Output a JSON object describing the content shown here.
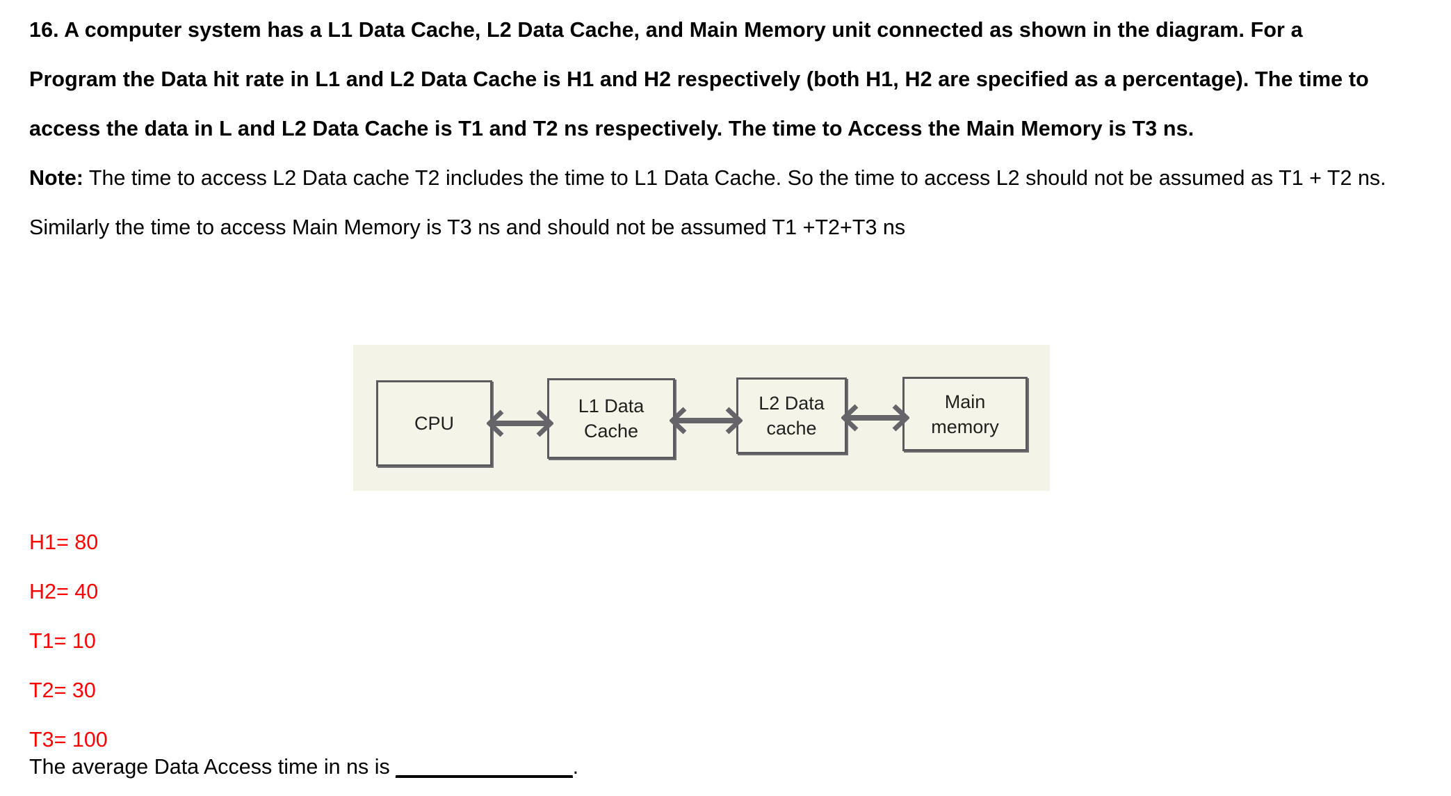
{
  "question": {
    "number": "16.",
    "statement": "16. A computer system has a L1 Data Cache, L2 Data Cache, and Main Memory unit connected as shown in the diagram. For a Program the Data hit rate in L1 and L2 Data Cache is H1 and H2 respectively (both H1, H2 are specified as a percentage). The time to access the data in L and L2 Data Cache is T1 and T2 ns respectively. The time to Access the Main Memory is T3 ns.",
    "note_label": "Note:",
    "note_text": " The time to access L2 Data cache T2 includes the time to L1 Data Cache. So the time to access L2 should not be assumed as T1 + T2 ns. Similarly the time to access Main Memory is T3 ns and should not be assumed T1 +T2+T3 ns"
  },
  "diagram": {
    "background_color": "#f3f3e7",
    "box_border_color": "#5a5a5f",
    "boxes": [
      {
        "id": "cpu",
        "label": "CPU"
      },
      {
        "id": "l1",
        "label_line1": "L1 Data",
        "label_line2": "Cache"
      },
      {
        "id": "l2",
        "label_line1": "L2 Data",
        "label_line2": "cache"
      },
      {
        "id": "mm",
        "label_line1": "Main",
        "label_line2": "memory"
      }
    ],
    "connectors": [
      {
        "id": "cpu-l1",
        "type": "double-headed-arrow"
      },
      {
        "id": "l1-l2",
        "type": "double-headed-arrow"
      },
      {
        "id": "l2-mm",
        "type": "double-headed-arrow"
      }
    ]
  },
  "parameters": {
    "color": "#ff0000",
    "items": [
      {
        "name": "H1",
        "text": "H1= 80",
        "value": "80"
      },
      {
        "name": "H2",
        "text": "H2= 40",
        "value": "40"
      },
      {
        "name": "T1",
        "text": "T1= 10",
        "value": "10"
      },
      {
        "name": "T2",
        "text": "T2= 30",
        "value": "30"
      },
      {
        "name": "T3",
        "text": "T3= 100",
        "value": "100"
      }
    ]
  },
  "answer": {
    "prefix": "The average Data Access time in ns is ",
    "blank": "_______________",
    "suffix": "."
  }
}
